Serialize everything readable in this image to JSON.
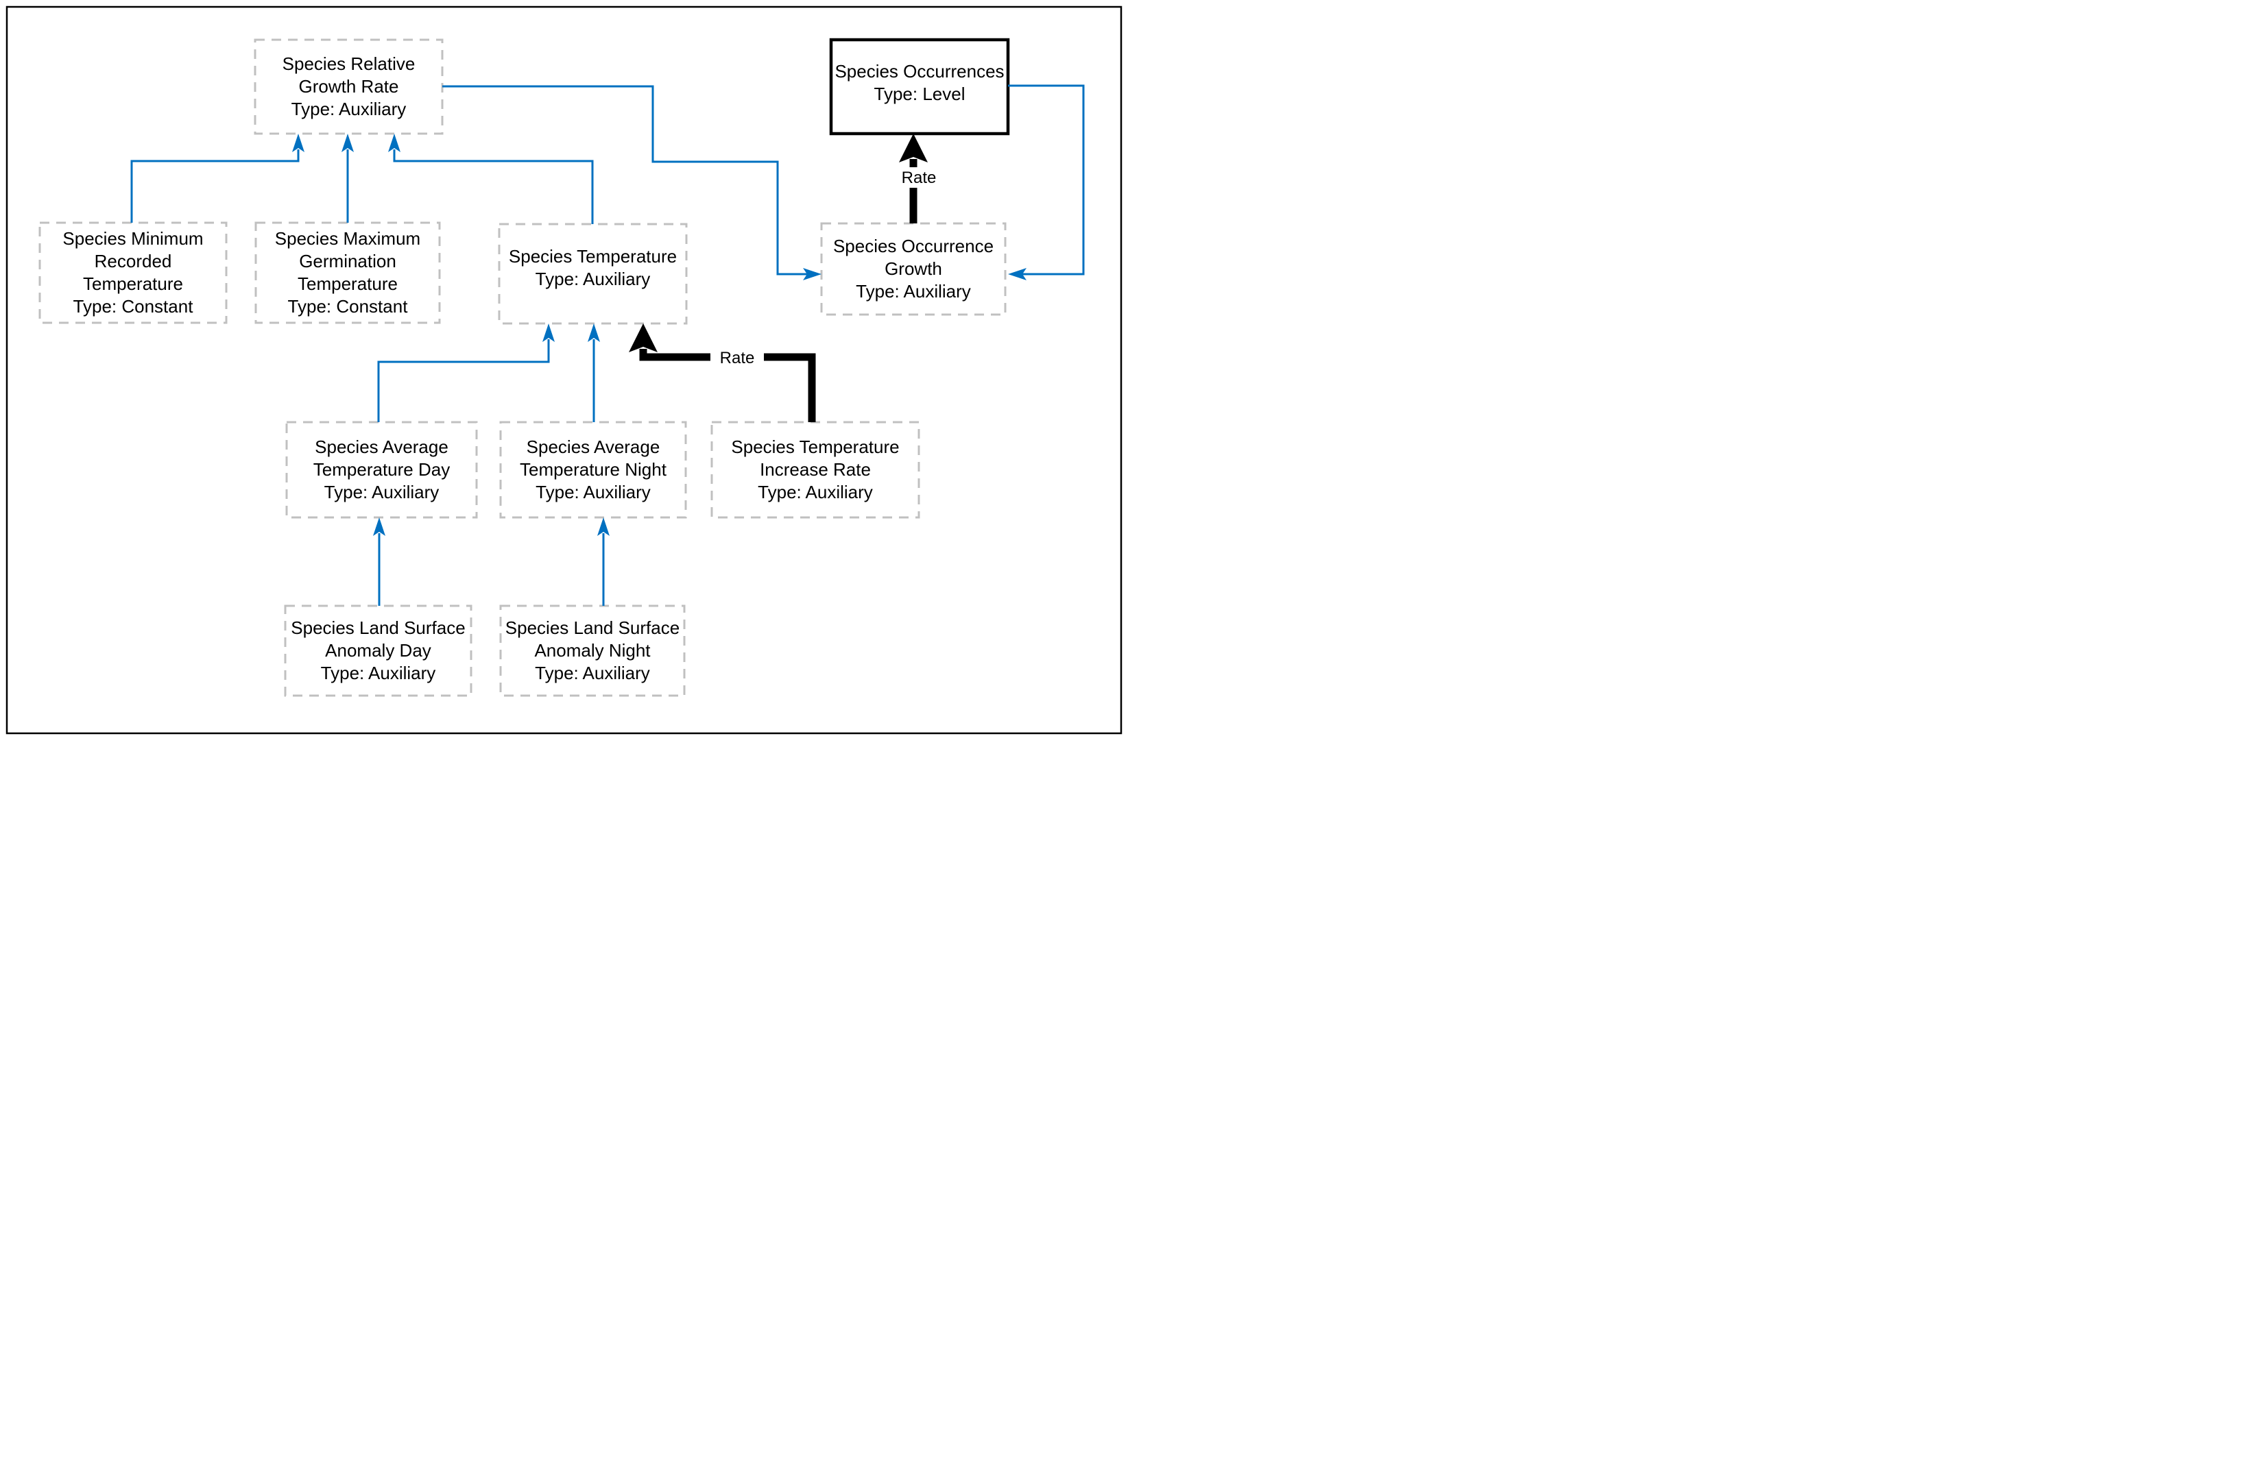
{
  "diagram": {
    "colors": {
      "link_blue": "#0070C0",
      "dash_gray": "#C0C0C0",
      "flow_black": "#000000",
      "background": "#FFFFFF"
    },
    "nodes": [
      {
        "id": "species-relative-growth-rate",
        "title": "Species Relative\nGrowth Rate",
        "type": "Type: Auxiliary",
        "border": "dashed"
      },
      {
        "id": "species-occurrences",
        "title": "Species Occurrences",
        "type": "Type: Level",
        "border": "solid"
      },
      {
        "id": "species-minimum-recorded-temperature",
        "title": "Species Minimum\nRecorded\nTemperature",
        "type": "Type: Constant",
        "border": "dashed"
      },
      {
        "id": "species-maximum-germination-temperature",
        "title": "Species Maximum\nGermination\nTemperature",
        "type": "Type: Constant",
        "border": "dashed"
      },
      {
        "id": "species-temperature",
        "title": "Species Temperature",
        "type": "Type: Auxiliary",
        "border": "dashed"
      },
      {
        "id": "species-occurrence-growth",
        "title": "Species Occurrence\nGrowth",
        "type": "Type: Auxiliary",
        "border": "dashed"
      },
      {
        "id": "species-average-temperature-day",
        "title": "Species Average\nTemperature Day",
        "type": "Type: Auxiliary",
        "border": "dashed"
      },
      {
        "id": "species-average-temperature-night",
        "title": "Species Average\nTemperature Night",
        "type": "Type: Auxiliary",
        "border": "dashed"
      },
      {
        "id": "species-temperature-increase-rate",
        "title": "Species Temperature\nIncrease Rate",
        "type": "Type: Auxiliary",
        "border": "dashed"
      },
      {
        "id": "species-land-surface-anomaly-day",
        "title": "Species Land Surface\nAnomaly Day",
        "type": "Type: Auxiliary",
        "border": "dashed"
      },
      {
        "id": "species-land-surface-anomaly-night",
        "title": "Species Land Surface\nAnomaly Night",
        "type": "Type: Auxiliary",
        "border": "dashed"
      }
    ],
    "flow_labels": {
      "occurrence_rate": "Rate",
      "temperature_rate": "Rate"
    },
    "edges": [
      {
        "from": "species-minimum-recorded-temperature",
        "to": "species-relative-growth-rate",
        "style": "blue-link"
      },
      {
        "from": "species-maximum-germination-temperature",
        "to": "species-relative-growth-rate",
        "style": "blue-link"
      },
      {
        "from": "species-temperature",
        "to": "species-relative-growth-rate",
        "style": "blue-link"
      },
      {
        "from": "species-relative-growth-rate",
        "to": "species-occurrence-growth",
        "style": "blue-link"
      },
      {
        "from": "species-occurrences",
        "to": "species-occurrence-growth",
        "style": "blue-link"
      },
      {
        "from": "species-occurrence-growth",
        "to": "species-occurrences",
        "style": "black-flow",
        "label": "Rate"
      },
      {
        "from": "species-average-temperature-day",
        "to": "species-temperature",
        "style": "blue-link"
      },
      {
        "from": "species-average-temperature-night",
        "to": "species-temperature",
        "style": "blue-link"
      },
      {
        "from": "species-temperature-increase-rate",
        "to": "species-temperature",
        "style": "black-flow",
        "label": "Rate"
      },
      {
        "from": "species-land-surface-anomaly-day",
        "to": "species-average-temperature-day",
        "style": "blue-link"
      },
      {
        "from": "species-land-surface-anomaly-night",
        "to": "species-average-temperature-night",
        "style": "blue-link"
      }
    ]
  }
}
